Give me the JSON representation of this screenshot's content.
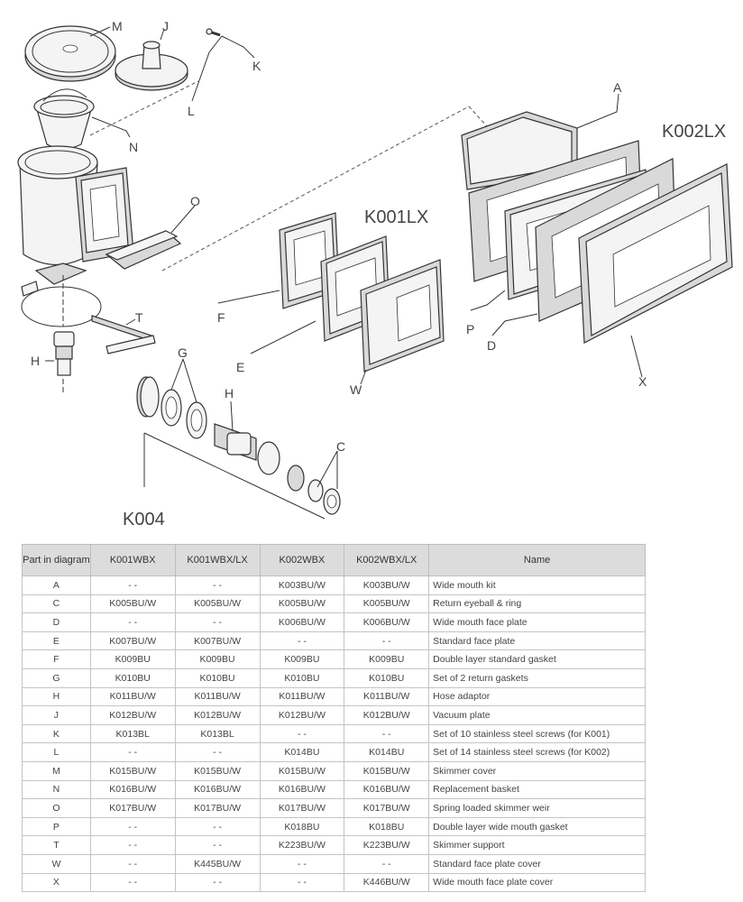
{
  "diagram": {
    "part_labels": {
      "M": "M",
      "J": "J",
      "K": "K",
      "L": "L",
      "N": "N",
      "O": "O",
      "T": "T",
      "H1": "H",
      "G": "G",
      "H2": "H",
      "C": "C",
      "F": "F",
      "E": "E",
      "W": "W",
      "A": "A",
      "P": "P",
      "D": "D",
      "X": "X"
    },
    "kits": {
      "k001lx": "K001LX",
      "k002lx": "K002LX",
      "k004": "K004"
    }
  },
  "table": {
    "headers": [
      "Part in diagram",
      "K001WBX",
      "K001WBX/LX",
      "K002WBX",
      "K002WBX/LX",
      "Name"
    ],
    "rows": [
      [
        "A",
        "- -",
        "- -",
        "K003BU/W",
        "K003BU/W",
        "Wide mouth kit"
      ],
      [
        "C",
        "K005BU/W",
        "K005BU/W",
        "K005BU/W",
        "K005BU/W",
        "Return eyeball & ring"
      ],
      [
        "D",
        "- -",
        "- -",
        "K006BU/W",
        "K006BU/W",
        "Wide mouth face plate"
      ],
      [
        "E",
        "K007BU/W",
        "K007BU/W",
        "- -",
        "- -",
        "Standard face plate"
      ],
      [
        "F",
        "K009BU",
        "K009BU",
        "K009BU",
        "K009BU",
        "Double layer standard gasket"
      ],
      [
        "G",
        "K010BU",
        "K010BU",
        "K010BU",
        "K010BU",
        "Set of 2 return gaskets"
      ],
      [
        "H",
        "K011BU/W",
        "K011BU/W",
        "K011BU/W",
        "K011BU/W",
        "Hose adaptor"
      ],
      [
        "J",
        "K012BU/W",
        "K012BU/W",
        "K012BU/W",
        "K012BU/W",
        "Vacuum plate"
      ],
      [
        "K",
        "K013BL",
        "K013BL",
        "- -",
        "- -",
        "Set of 10 stainless steel screws (for K001)"
      ],
      [
        "L",
        "- -",
        "- -",
        "K014BU",
        "K014BU",
        "Set of 14 stainless steel screws (for K002)"
      ],
      [
        "M",
        "K015BU/W",
        "K015BU/W",
        "K015BU/W",
        "K015BU/W",
        "Skimmer cover"
      ],
      [
        "N",
        "K016BU/W",
        "K016BU/W",
        "K016BU/W",
        "K016BU/W",
        "Replacement basket"
      ],
      [
        "O",
        "K017BU/W",
        "K017BU/W",
        "K017BU/W",
        "K017BU/W",
        "Spring loaded skimmer weir"
      ],
      [
        "P",
        "- -",
        "- -",
        "K018BU",
        "K018BU",
        "Double layer wide mouth gasket"
      ],
      [
        "T",
        "- -",
        "- -",
        "K223BU/W",
        "K223BU/W",
        "Skimmer support"
      ],
      [
        "W",
        "- -",
        "K445BU/W",
        "- -",
        "- -",
        "Standard face plate cover"
      ],
      [
        "X",
        "- -",
        "- -",
        "- -",
        "K446BU/W",
        "Wide mouth face plate cover"
      ]
    ]
  }
}
